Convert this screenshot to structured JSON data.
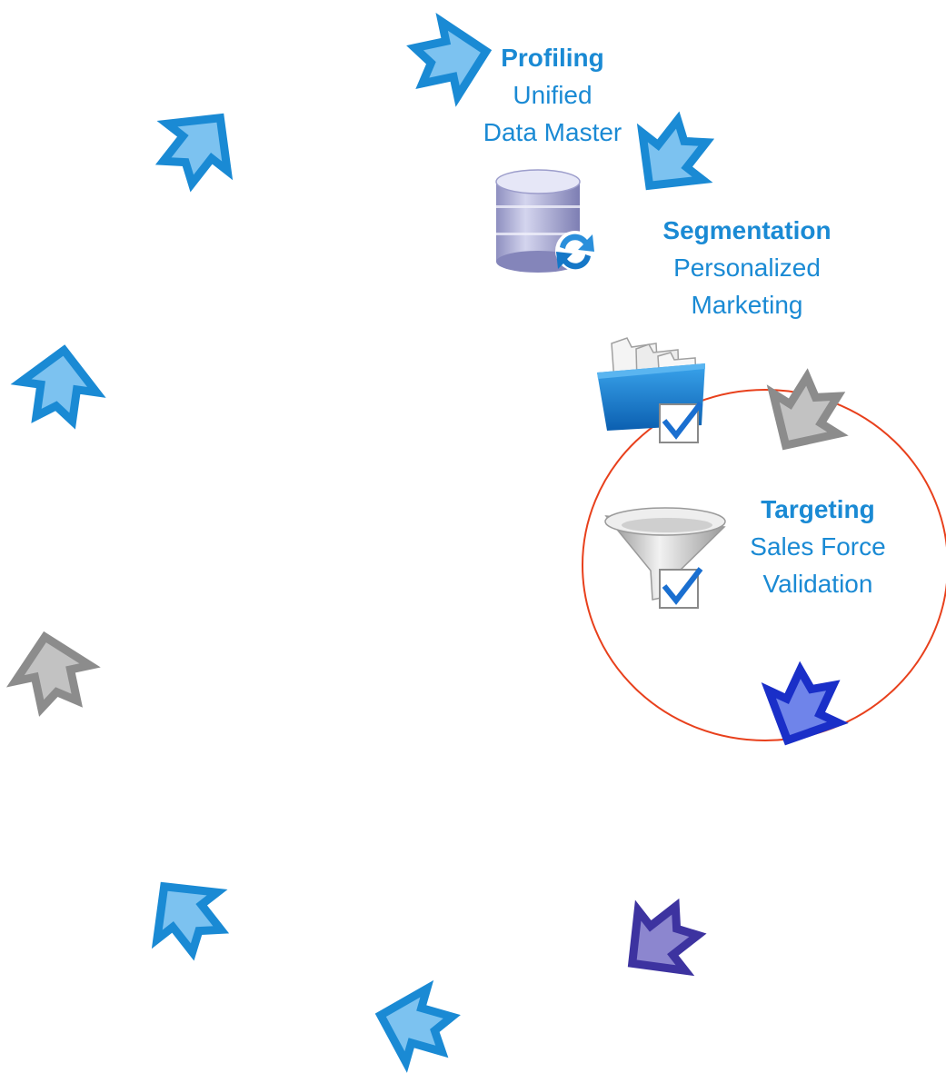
{
  "steps": [
    {
      "title": "Profiling",
      "line1": "Unified",
      "line2": "Data Master",
      "icon": "database-sync-icon"
    },
    {
      "title": "Segmentation",
      "line1": "Personalized",
      "line2": "Marketing",
      "icon": "folder-box-check-icon"
    },
    {
      "title": "Targeting",
      "line1": "Sales Force",
      "line2": "Validation",
      "icon": "funnel-check-icon"
    }
  ],
  "highlight": {
    "step": "Targeting",
    "color": "#e8401c"
  },
  "colors": {
    "text": "#1a8ad4",
    "arrow_blue": "#1a8ad4",
    "arrow_blue_fill": "#7cc2f0",
    "arrow_gray": "#8c8c8c",
    "arrow_gray_fill": "#c2c2c2",
    "arrow_darkblue": "#1a2fc8",
    "arrow_darkblue_fill": "#6f84ea",
    "arrow_purple": "#3d33a0",
    "arrow_purple_fill": "#8c86cf"
  }
}
